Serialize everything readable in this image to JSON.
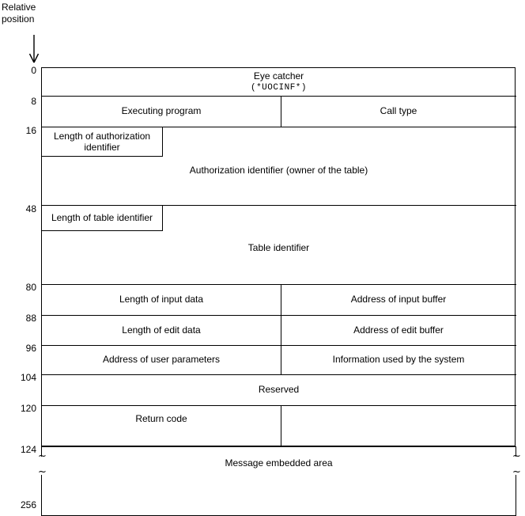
{
  "diagram": {
    "axis_caption": "Relative\nposition",
    "arrow_icon": "down-arrow-icon",
    "offsets": [
      "0",
      "8",
      "16",
      "48",
      "80",
      "88",
      "96",
      "104",
      "120",
      "124",
      "256"
    ],
    "rows": [
      {
        "offset": "0",
        "cells": [
          {
            "label": "Eye catcher",
            "mono_suffix": "(*UOCINF*)",
            "span": "full"
          }
        ]
      },
      {
        "offset": "8",
        "cells": [
          {
            "label": "Executing program",
            "span": "left"
          },
          {
            "label": "Call type",
            "span": "right"
          }
        ]
      },
      {
        "offset": "16",
        "sub_label": "Length of authorization identifier",
        "cells": [
          {
            "label": "Authorization identifier (owner of the table)",
            "span": "full"
          }
        ]
      },
      {
        "offset": "48",
        "sub_label": "Length of table identifier",
        "cells": [
          {
            "label": "Table identifier",
            "span": "full"
          }
        ]
      },
      {
        "offset": "80",
        "cells": [
          {
            "label": "Length of input data",
            "span": "left"
          },
          {
            "label": "Address of input buffer",
            "span": "right"
          }
        ]
      },
      {
        "offset": "88",
        "cells": [
          {
            "label": "Length of edit data",
            "span": "left"
          },
          {
            "label": "Address of edit buffer",
            "span": "right"
          }
        ]
      },
      {
        "offset": "96",
        "cells": [
          {
            "label": "Address of user parameters",
            "span": "left"
          },
          {
            "label": "Information used by the system",
            "span": "right"
          }
        ]
      },
      {
        "offset": "104",
        "cells": [
          {
            "label": "Reserved",
            "span": "full"
          }
        ]
      },
      {
        "offset": "120",
        "cells": [
          {
            "label": "Return code",
            "span": "left-box"
          }
        ]
      },
      {
        "offset": "124",
        "cells": [
          {
            "label": "Message embedded area",
            "span": "break"
          }
        ]
      }
    ],
    "break_marker": "~",
    "colors": {
      "background": "#ffffff",
      "line": "#000000",
      "text": "#000000"
    }
  }
}
